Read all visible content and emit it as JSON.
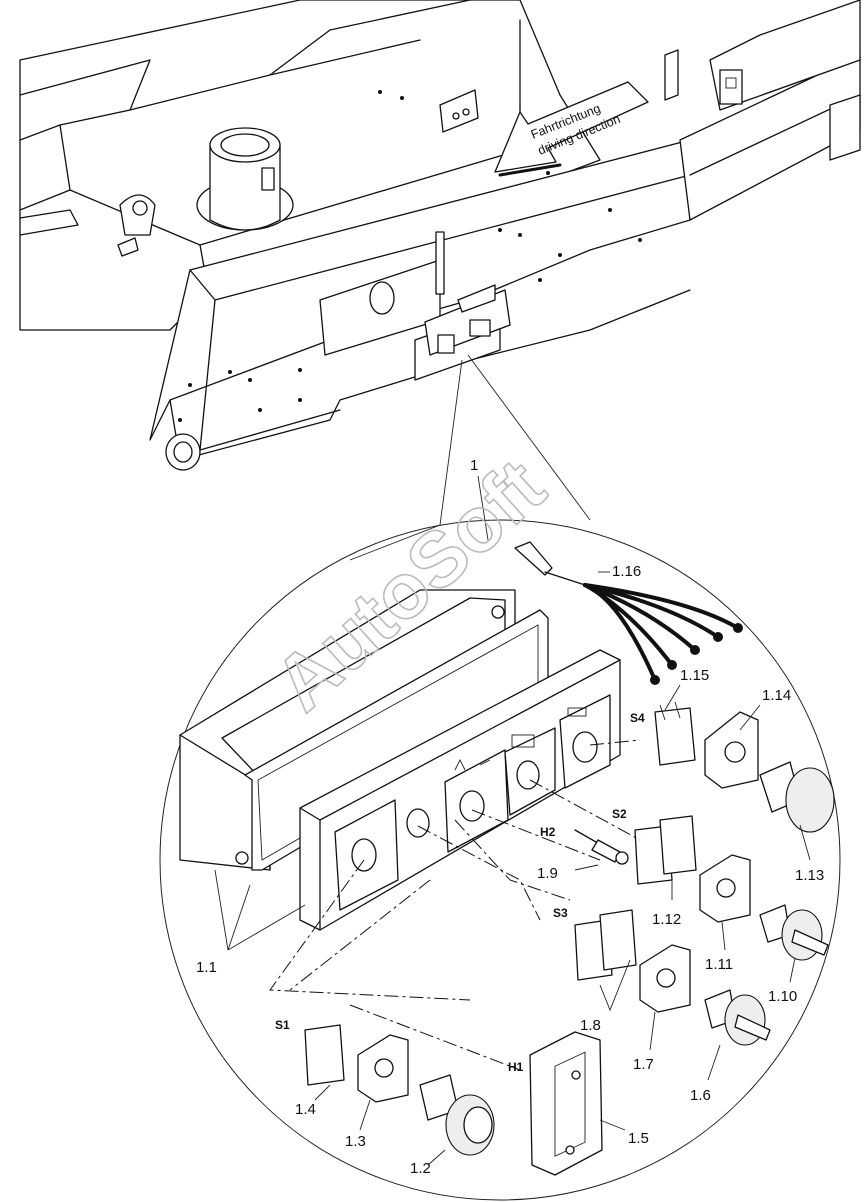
{
  "arrow": {
    "line1": "Fahrtrichtung",
    "line2": "driving direction"
  },
  "watermark": "AutoSoft",
  "symbols": {
    "S1": "S1",
    "S2": "S2",
    "S3": "S3",
    "S4": "S4",
    "H1": "H1",
    "H2": "H2"
  },
  "labels": {
    "p1": "1",
    "p1_1": "1.1",
    "p1_2": "1.2",
    "p1_3": "1.3",
    "p1_4": "1.4",
    "p1_5": "1.5",
    "p1_6": "1.6",
    "p1_7": "1.7",
    "p1_8": "1.8",
    "p1_9": "1.9",
    "p1_10": "1.10",
    "p1_11": "1.11",
    "p1_12": "1.12",
    "p1_13": "1.13",
    "p1_14": "1.14",
    "p1_15": "1.15",
    "p1_16": "1.16"
  }
}
